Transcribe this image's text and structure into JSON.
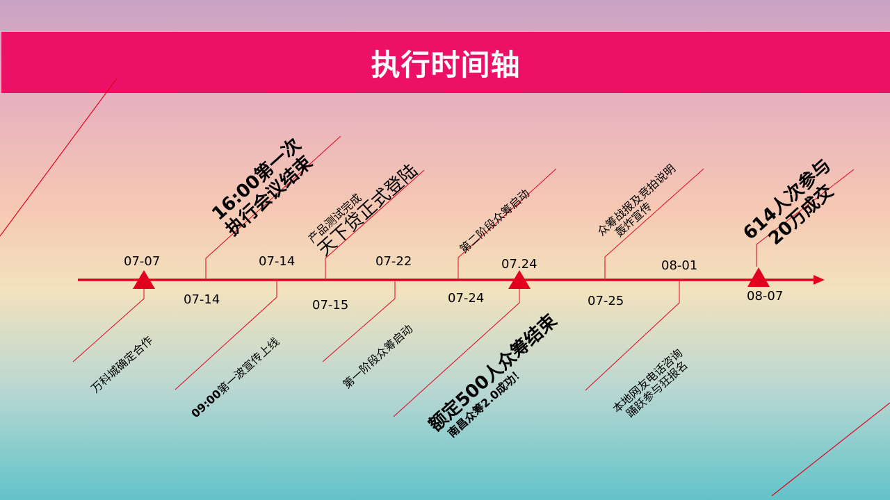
{
  "header": {
    "title": "执行时间轴"
  },
  "colors": {
    "accent": "#ec1167",
    "line": "#e1001e"
  },
  "timeline": {
    "top_dates": [
      "07-07",
      "07-14",
      "07-22",
      "07.24",
      "08-01"
    ],
    "bottom_dates": [
      "07-14",
      "07-15",
      "07-24",
      "07-25",
      "08-07"
    ],
    "events_above": [
      {
        "date": "07-14",
        "line1": "16:00第一次",
        "line2": "执行会议结束"
      },
      {
        "date": "07-15",
        "line1": "产品测试完成",
        "line2": "天下贷正式登陆"
      },
      {
        "date": "07-24",
        "line1": "第二阶段众筹启动"
      },
      {
        "date": "07-25",
        "line1": "众筹战报及竞拍说明",
        "line2": "轰炸宣传"
      },
      {
        "date": "08-07",
        "line1": "614人次参与",
        "line2": "20万成交"
      }
    ],
    "events_below": [
      {
        "date": "07-07",
        "line1": "万科城确定合作"
      },
      {
        "date": "07-14",
        "time": "09:00",
        "line1": "第一波宣传上线"
      },
      {
        "date": "07-22",
        "line1": "第一阶段众筹启动"
      },
      {
        "date": "07.24",
        "line1": "额定500人众筹结束",
        "line2": "南昌众筹2.0成功！"
      },
      {
        "date": "08-01",
        "line1": "本地网友电话咨询",
        "line2": "踊跃参与狂报名"
      }
    ]
  }
}
